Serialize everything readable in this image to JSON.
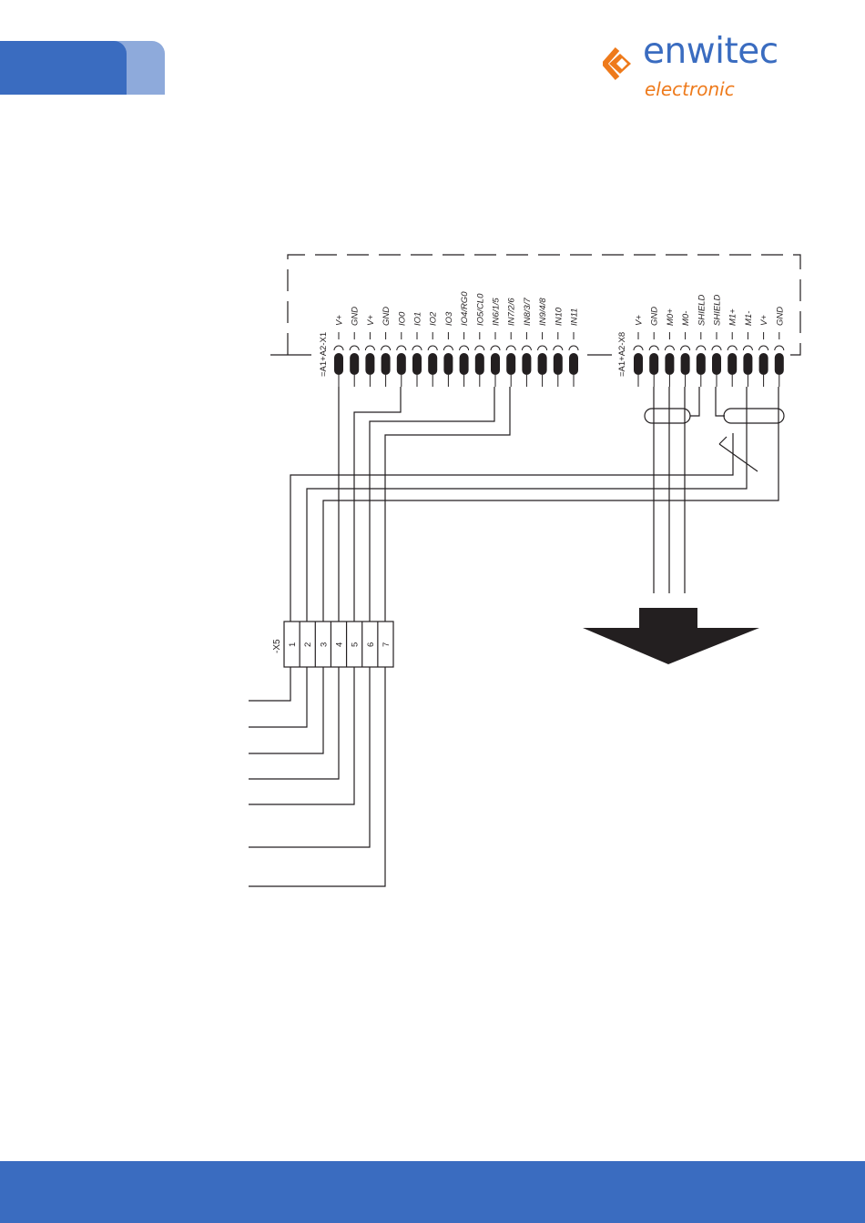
{
  "logo": {
    "name": "enwitec",
    "tagline": "electronic",
    "colors": {
      "blue": "#3a6cc0",
      "orange": "#ee7a1b",
      "light_blue": "#8eaadb"
    }
  },
  "connectors": {
    "x1": {
      "label": "=A1+A2-X1",
      "pins": [
        "V+",
        "GND",
        "V+",
        "GND",
        "IO0",
        "IO1",
        "IO2",
        "IO3",
        "IO4/RG0",
        "IO5/CL0",
        "IN6/1/5",
        "IN7/2/6",
        "IN8/3/7",
        "IN9/4/8",
        "IN10",
        "IN11"
      ]
    },
    "x8": {
      "label": "=A1+A2-X8",
      "pins": [
        "V+",
        "GND",
        "M0+",
        "M0-",
        "SHIELD",
        "SHIELD",
        "M1+",
        "M1-",
        "V+",
        "GND"
      ]
    },
    "x5": {
      "label": "-X5",
      "terminals": [
        "1",
        "2",
        "3",
        "4",
        "5",
        "6",
        "7"
      ]
    }
  }
}
